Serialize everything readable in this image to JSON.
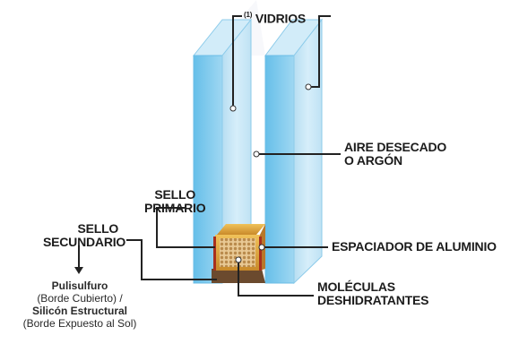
{
  "labels": {
    "vidrios_ref": "(1)",
    "vidrios": "VIDRIOS",
    "aire_1": "AIRE DESECADO",
    "aire_2": "O ARGÓN",
    "sello_primario_1": "SELLO",
    "sello_primario_2": "PRIMARIO",
    "sello_secundario_1": "SELLO",
    "sello_secundario_2": "SECUNDARIO",
    "espaciador": "ESPACIADOR DE ALUMINIO",
    "moleculas_1": "MOLÉCULAS",
    "moleculas_2": "DESHIDRATANTES",
    "pulisulfuro": "Pulisulfuro",
    "borde_cubierto": "(Borde Cubierto) /",
    "silicon": "Silicón Estructural",
    "borde_expuesto": "(Borde Expuesto al Sol)"
  },
  "colors": {
    "glass_face": "#c7e6f6",
    "glass_edge": "#7fc8ec",
    "glass_side": "#a9d9f2",
    "spacer_gold": "#e0a83a",
    "spacer_fill": "#d9a34f",
    "seal_dark": "#6b4a2e",
    "seal_red": "#a8301e",
    "leader": "#222222"
  }
}
